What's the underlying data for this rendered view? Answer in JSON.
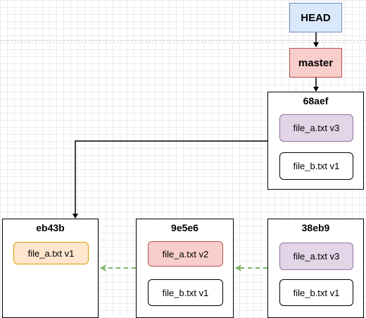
{
  "refs": {
    "head_label": "HEAD",
    "branch_label": "master"
  },
  "commits": [
    {
      "hash": "68aef",
      "files": [
        "file_a.txt v3",
        "file_b.txt v1"
      ]
    },
    {
      "hash": "eb43b",
      "files": [
        "file_a.txt v1"
      ]
    },
    {
      "hash": "9e5e6",
      "files": [
        "file_a.txt v2",
        "file_b.txt v1"
      ]
    },
    {
      "hash": "38eb9",
      "files": [
        "file_a.txt v3",
        "file_b.txt v1"
      ]
    }
  ],
  "colors": {
    "head_fill": "#dae8fc",
    "head_stroke": "#6c8ebf",
    "branch_fill": "#f8cecc",
    "branch_stroke": "#b85450",
    "v3_fill": "#e1d5e7",
    "v3_stroke": "#9673a6",
    "v2_fill": "#f8cecc",
    "v2_stroke": "#b85450",
    "v1_fill": "#ffe6cc",
    "v1_stroke": "#d79b00",
    "parent_arrow": "#82b366"
  }
}
